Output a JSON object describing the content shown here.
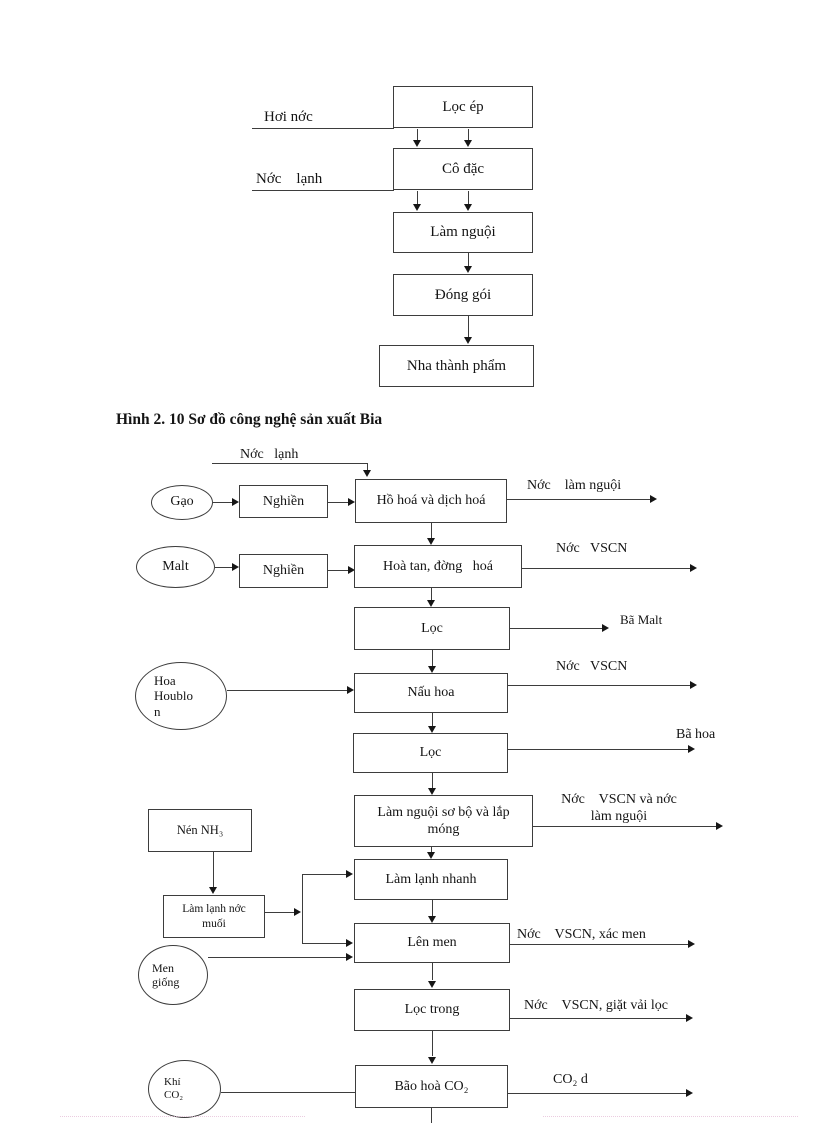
{
  "caption": "Hình 2. 10 Sơ đồ công nghệ sản xuất Bia",
  "figure1": {
    "inputs": {
      "steam": "Hơi nớc",
      "cold_water": "Nớc    lạnh"
    },
    "steps": {
      "loc_ep": "Lọc ép",
      "co_dac": "Cô đặc",
      "lam_nguoi": "Làm nguội",
      "dong_goi": "Đóng gói",
      "nha_thanh_pham": "Nha thành phẩm"
    }
  },
  "figure2": {
    "input_cold_water": "Nớc   lạnh",
    "sources": {
      "gao": "Gạo",
      "malt": "Malt",
      "hoa_houblon": "Hoa\nHoublo\nn",
      "men_giong": "Men\ngiống",
      "khi_co2": "Khí\nCO₂"
    },
    "steps": {
      "nghien_1": "Nghiền",
      "ho_hoa": "Hồ hoá và dịch hoá",
      "nghien_2": "Nghiền",
      "hoa_tan": "Hoà tan, đờng   hoá",
      "loc_1": "Lọc",
      "nau_hoa": "Nấu hoa",
      "loc_2": "Lọc",
      "lam_nguoi_so_bo": "Làm nguội sơ bộ và lắp\nmóng",
      "nen_nh3": "Nén NH₃",
      "lam_lanh_nhanh": "Làm lạnh nhanh",
      "lam_lanh_noc_muoi": "Làm lạnh nớc\nmuối",
      "len_men": "Lên men",
      "loc_trong": "Lọc trong",
      "bao_hoa_co2": "Bão hoà CO₂"
    },
    "outputs": {
      "noc_lam_nguoi": "Nớc    làm nguội",
      "noc_vscn_1": "Nớc   VSCN",
      "ba_malt": "Bã Malt",
      "noc_vscn_2": "Nớc   VSCN",
      "ba_hoa": "Bã hoa",
      "noc_vscn_noc_lam_nguoi": "Nớc    VSCN và nớc\nlàm nguội",
      "noc_vscn_xac_men": "Nớc    VSCN, xác men",
      "noc_vscn_giat_vai_loc": "Nớc    VSCN, giặt vải lọc",
      "co2_du": "CO₂ d"
    }
  }
}
